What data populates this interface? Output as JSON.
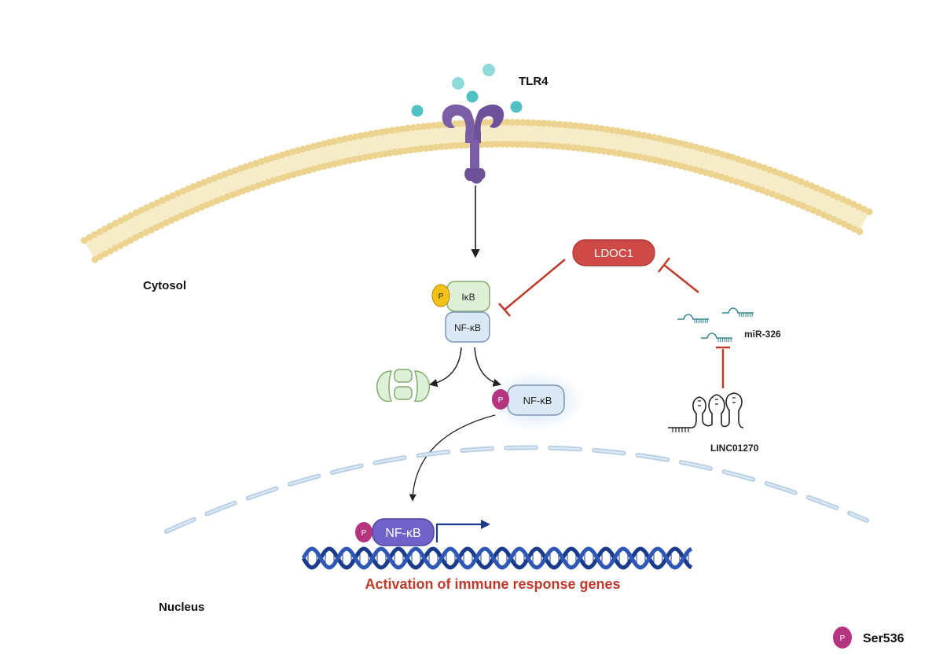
{
  "labels": {
    "tlr4": "TLR4",
    "cytosol": "Cytosol",
    "nucleus": "Nucleus",
    "ldoc1": "LDOC1",
    "mir326": "miR-326",
    "linc01270": "LINC01270",
    "ikb": "IκB",
    "nfkb_complex": "NF-κB",
    "nfkb_free": "NF-κB",
    "nfkb_dna": "NF-κB",
    "p_ikb": "P",
    "p_nfkb": "P",
    "p_nfkb_dna": "P",
    "activation": "Activation of immune response genes",
    "legend_p": "P",
    "legend_label": "Ser536"
  },
  "colors": {
    "membrane_head": "#ecd390",
    "membrane_tail": "#f6ecc8",
    "receptor": "#7a5fa6",
    "ligand": "#4fc0c3",
    "ldoc1": "#cf4a46",
    "inhibit": "#c0392b",
    "ikb_fill": "#dff0d8",
    "ikb_stroke": "#7fae6b",
    "nfkb_fill": "#dbe8f6",
    "nfkb_stroke": "#7b96b8",
    "phospho_ikb": "#f2c21a",
    "phospho_nfkb": "#b4347f",
    "dna_dark": "#1a3a8c",
    "dna_light": "#2f57b5",
    "activation_text": "#c0392b",
    "nuclear_envelope": "#b9d0e6",
    "mirna": "#3b8b96"
  }
}
